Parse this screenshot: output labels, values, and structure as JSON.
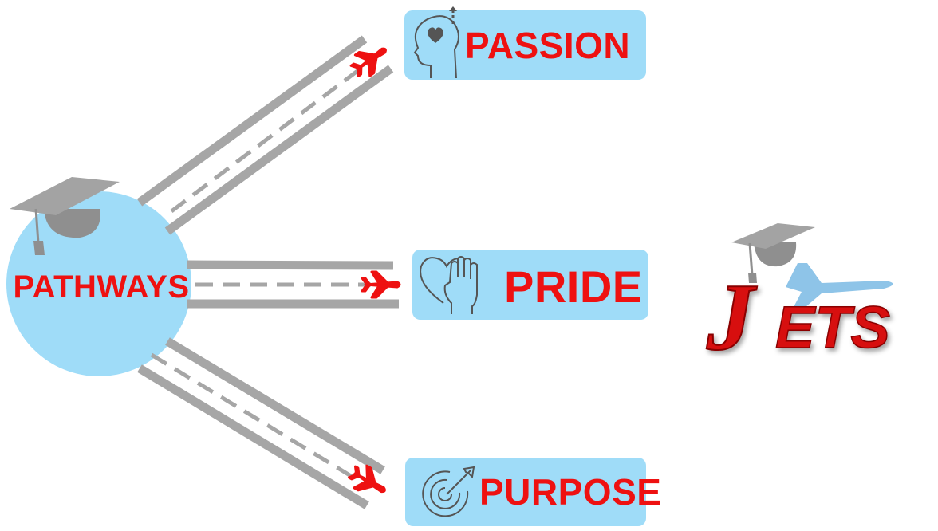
{
  "hub": {
    "label": "PATHWAYS",
    "color": "#9fdcf8"
  },
  "destinations": [
    {
      "label": "PASSION",
      "icon": "brain-heart-icon"
    },
    {
      "label": "PRIDE",
      "icon": "heart-hand-icon"
    },
    {
      "label": "PURPOSE",
      "icon": "target-arrow-icon"
    }
  ],
  "logo": {
    "text": "JETS",
    "icon": "graduation-cap-jet-icon"
  },
  "colors": {
    "accent": "#ee1111",
    "box": "#9fdcf8",
    "runway": "#a6a6a6",
    "cap": "#9e9e9e"
  }
}
